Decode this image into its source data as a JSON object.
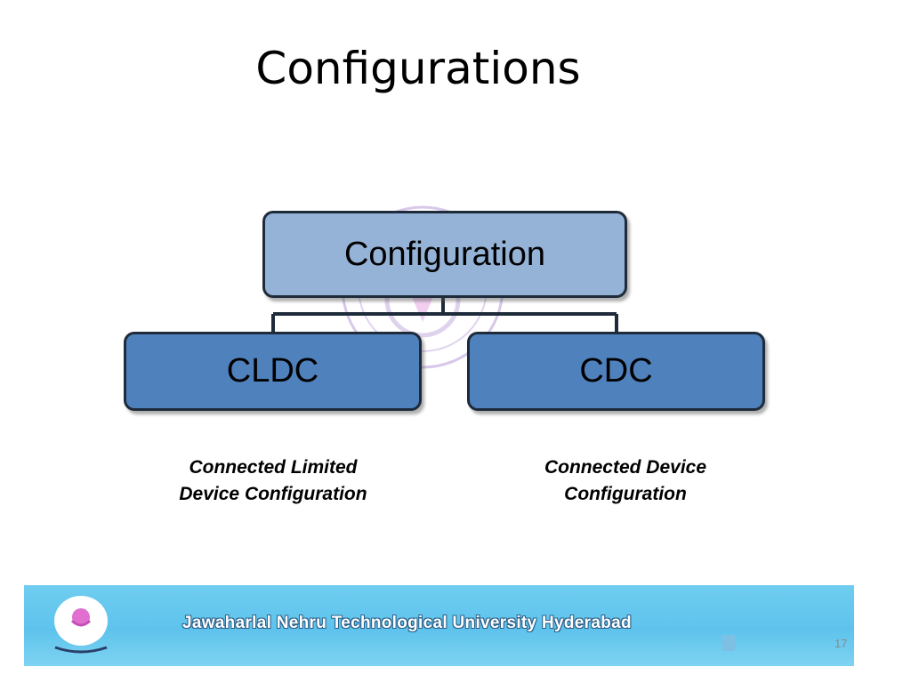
{
  "slide": {
    "title": "Configurations",
    "number": "17"
  },
  "diagram": {
    "root": {
      "label": "Configuration"
    },
    "children": [
      {
        "label": "CLDC",
        "description_line1": "Connected Limited",
        "description_line2": "Device Configuration"
      },
      {
        "label": "CDC",
        "description_line1": "Connected Device",
        "description_line2": "Configuration"
      }
    ]
  },
  "footer": {
    "university": "Jawaharlal Nehru Technological University Hyderabad",
    "logo_icon": "university-emblem-icon",
    "watermark_icon": "university-seal-watermark-icon",
    "band_color": "#5ec3ec"
  },
  "colors": {
    "root_box": "#95b3d7",
    "child_box": "#4f81bd",
    "border": "#1e2b3a"
  }
}
